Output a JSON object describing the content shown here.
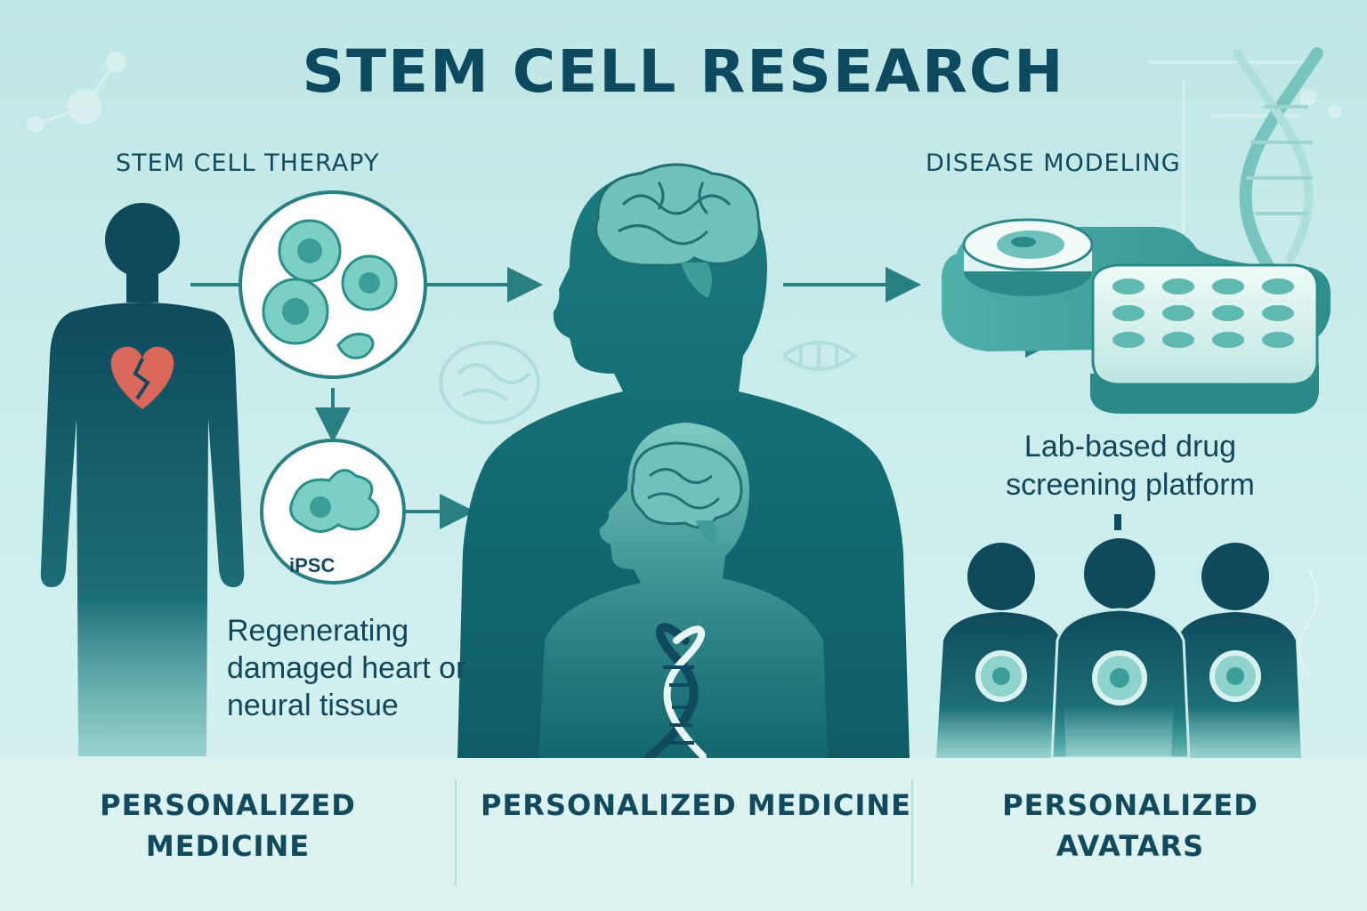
{
  "title": "STEM CELL RESEARCH",
  "sections": {
    "therapy": {
      "title": "STEM CELL THERAPY",
      "ipsc_label": "iPSC",
      "caption": "Regenerating damaged heart or neural tissue"
    },
    "modeling": {
      "title": "DISEASE MODELING",
      "caption": "Lab-based drug screening platform"
    }
  },
  "footer": [
    {
      "label": "PERSONALIZED MEDICINE"
    },
    {
      "label": "PERSONALIZED MEDICINE"
    },
    {
      "label": "PERSONALIZED AVATARS"
    }
  ],
  "colors": {
    "background": "#c9ecea",
    "dark_teal": "#0f4a5e",
    "teal": "#2a8f8a",
    "light_teal": "#8fd3cc",
    "heart": "#d9675a"
  },
  "icons": [
    "broken-heart-icon",
    "stem-cells-icon",
    "ipsc-cell-icon",
    "brain-icon",
    "dna-helix-icon",
    "petri-dish-icon",
    "well-plate-icon"
  ]
}
